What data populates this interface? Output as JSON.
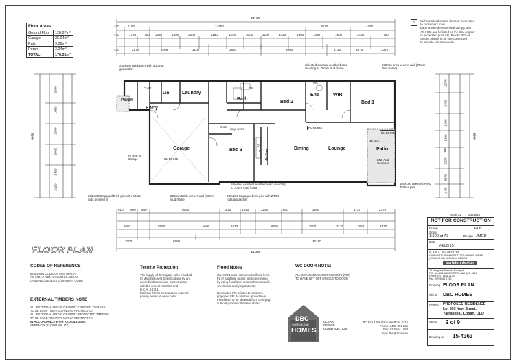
{
  "floor_areas": {
    "title": "Floor Areas",
    "rows": [
      {
        "label": "Ground Floor",
        "value": "128.67m²"
      },
      {
        "label": "Garage",
        "value": "35.04m²"
      },
      {
        "label": "Patio",
        "value": "9.36m²"
      },
      {
        "label": "Porch",
        "value": "3.24m²"
      },
      {
        "label": "TOTAL",
        "value": "176.31m²"
      }
    ]
  },
  "smoke_note": {
    "badge": "S",
    "lines": [
      "Self contained smoke detector connected",
      "to consumers main.",
      "Each smoke detector shall comply with",
      "AS 3786 and be listed on the SSL register",
      "of accredited products, Brooks PFS-M",
      "Smoke Alarms to be interconnected",
      "to activate simultaneously"
    ]
  },
  "dimensions": {
    "top_overall": "23140",
    "top_row1": [
      "470",
      "1100",
      "14250",
      "3530",
      "4250"
    ],
    "top_row2": [
      "470",
      "1750",
      "760",
      "1035",
      "1390",
      "3000",
      "1160",
      "1240",
      "3000",
      "2200",
      "1420",
      "1960",
      "1490",
      "1800",
      "2430",
      "750"
    ],
    "top_row3": [
      "470",
      "2170",
      "3269",
      "3100",
      "3840",
      "4000",
      "1720",
      "3370",
      "2370"
    ],
    "bottom_row1": [
      "610",
      "900",
      "860",
      "5690",
      "1930",
      "1250",
      "2140",
      "800",
      "3260",
      "1720",
      "2370"
    ],
    "bottom_row2": [
      "2660",
      "5990",
      "5690",
      "1810",
      "6660",
      "3000",
      "2120",
      "1850",
      "2370"
    ],
    "bottom_row3": [
      "2000",
      "5990",
      "15150"
    ],
    "bottom_overall": "23140",
    "left_overall": "8950",
    "right_overall": "8950",
    "left_side": [
      "3000",
      "1050",
      "2000",
      "3000",
      "3400",
      "2100"
    ],
    "right_side": [
      "2270",
      "2700",
      "1900",
      "1300",
      "900",
      "3170",
      "3370",
      "1140"
    ]
  },
  "rooms": {
    "porch": "Porch",
    "lin": "Lin",
    "laundry": "Laundry",
    "bath": "Bath",
    "bed2": "Bed 2",
    "ens": "Ens",
    "wir": "WIR",
    "bed1": "Bed 1",
    "entry": "Entry",
    "garage": "Garage",
    "bed3": "Bed 3",
    "kitchen": "Kitchen",
    "dining": "Dining",
    "lounge": "Lounge",
    "patio": "Patio",
    "robe": "Robe",
    "wc": "WC",
    "cupd": "Cup'd",
    "pdr": "Pdr",
    "patio_sub": "Exp. Agg. Concrete",
    "rl_patio": "RL 56.895",
    "rl_main": "RL 56.945",
    "rl_garage": "RL 56.845"
  },
  "annotations": {
    "brick_pier_top": "230x470 Brick piers with N10 rod grouted in",
    "weatherboard_top": "Selected external weatherboard cladding to 70mm stud frame",
    "brick_veneer_top": "230mm brick veneer wall (70mm stud frame)",
    "weatherboard_bottom": "Selected external weatherboard cladding to 70mm stud frame",
    "pier_bottom_left": "230x560 Engaged brick pier with 2/N10 rods grouted in",
    "veneer_bottom": "230mm Brick veneer wall (70mm stud frame)",
    "pier_bottom_mid": "230x560 Engaged brick pier with 2/N10 rods grouted in",
    "timber_post": "100x100 Dressed HWD Timber post",
    "step": "20 step in Garage",
    "fall": "45 step",
    "vinyl": "vinyl doors"
  },
  "title_left": "FLOOR PLAN",
  "codes": {
    "heading": "CODES OF REFERENCE",
    "text": [
      "BUILDING CODE OF AUSTRALIA",
      "AS 1684.2 NON-CYCLONIC AREAS",
      "QUEENSLAND DEVELOPMENT CODE"
    ]
  },
  "timbers": {
    "heading": "EXTERNAL TIMBERS NOTE",
    "text": [
      "ALL EXTERNAL ABOVE GROUND EXPOSED TIMBERS",
      "TO BE LOSP TREATED AND H3 PROTECTED.",
      "ALL EXTERNAL ABOVE GROUND PROTECTED TIMBERS",
      "TO BE LOSP TREATED AND H2 PROTECTED.",
      "IN ACCORDANCE WITH  AS1604.2-2010,",
      "APPENDIX 'B' (DURABILITY)."
    ]
  },
  "termite": {
    "heading": "Termite Protection",
    "text": [
      "The supply of Termiglass to be installed",
      "to Manufacturers Specifications by an",
      "accredited technician, in accordance",
      "with the current AS 3660 and",
      "B.C.A. 3.1.3.1.",
      "Maintain 75mm clearance to external",
      "paving below all weep holes."
    ]
  },
  "flood": {
    "heading": "Flood Notes",
    "text": [
      "Given FFL's do not nominate flood level.",
      "FL of habitable rooms to be determined",
      "by using flood level records from council",
      "or relevant certifying authority.",
      "",
      "Nominated FFL relates to minimum",
      "proposed FFL to finished ground level.",
      "Flood level to be obtained from certifying",
      "authority unless otherwise stated."
    ]
  },
  "wc_note": {
    "heading": "WC DOOR NOTE:",
    "text": [
      "ALL SEPARATE WATER CLOSETS (WC)",
      "TO HAVE LIFT OFF HINGES TO DOOR"
    ]
  },
  "logo": {
    "top": "DBC",
    "mid": "QUEENSLAND",
    "bottom": "HOMES",
    "side": [
      "CLEAR",
      "DESIGN",
      "CONSTRUCTION"
    ]
  },
  "contact": [
    "PO Box 1008 Paradise Point 4216",
    "Phone: 0408 891 236",
    "Fax: 07 5594 1088",
    "www.dbcqld.com.au"
  ],
  "title_block": {
    "issue": "Issue 01",
    "issue_date": "24/08/15",
    "status": "NOT FOR CONSTRUCTION",
    "drawn_label": "Drawn",
    "drawn": "PLB",
    "scale_label": "Scale",
    "scale": "1:100 at A3",
    "design_label": "Design",
    "design": "JMCD",
    "date_label": "Date",
    "date": "24/08/15",
    "qbcc": "Q.B.S.A. No. 0924114",
    "company_lines": [
      "LIMO NEST HOLDINGS PTY LTD ACN 600 952 233",
      "(TRADING AS) BORLEIGH DESIGN"
    ],
    "brand": "borleigh design",
    "address_lines": [
      "26 Musgrave Avenue, Southport",
      "P.O. Box 801 ASHMORE PLAZA QLD 4214",
      "Phone: (07) 5531 2130",
      "Fax: (07) 5591 2740"
    ],
    "drawing_label": "Drawing",
    "drawing": "FLOOR PLAN",
    "client_label": "Client",
    "client": "DBC HOMES",
    "project_label": "Project",
    "project_lines": [
      "PROPOSED RESIDENCE",
      "Lot 593 New Street,",
      "Yarrabilba', Logan, QLD"
    ],
    "sheet_label": "Sheet",
    "sheet": "2 of 9",
    "drawing_no_label": "Drawing no",
    "drawing_no": "15-4363"
  }
}
